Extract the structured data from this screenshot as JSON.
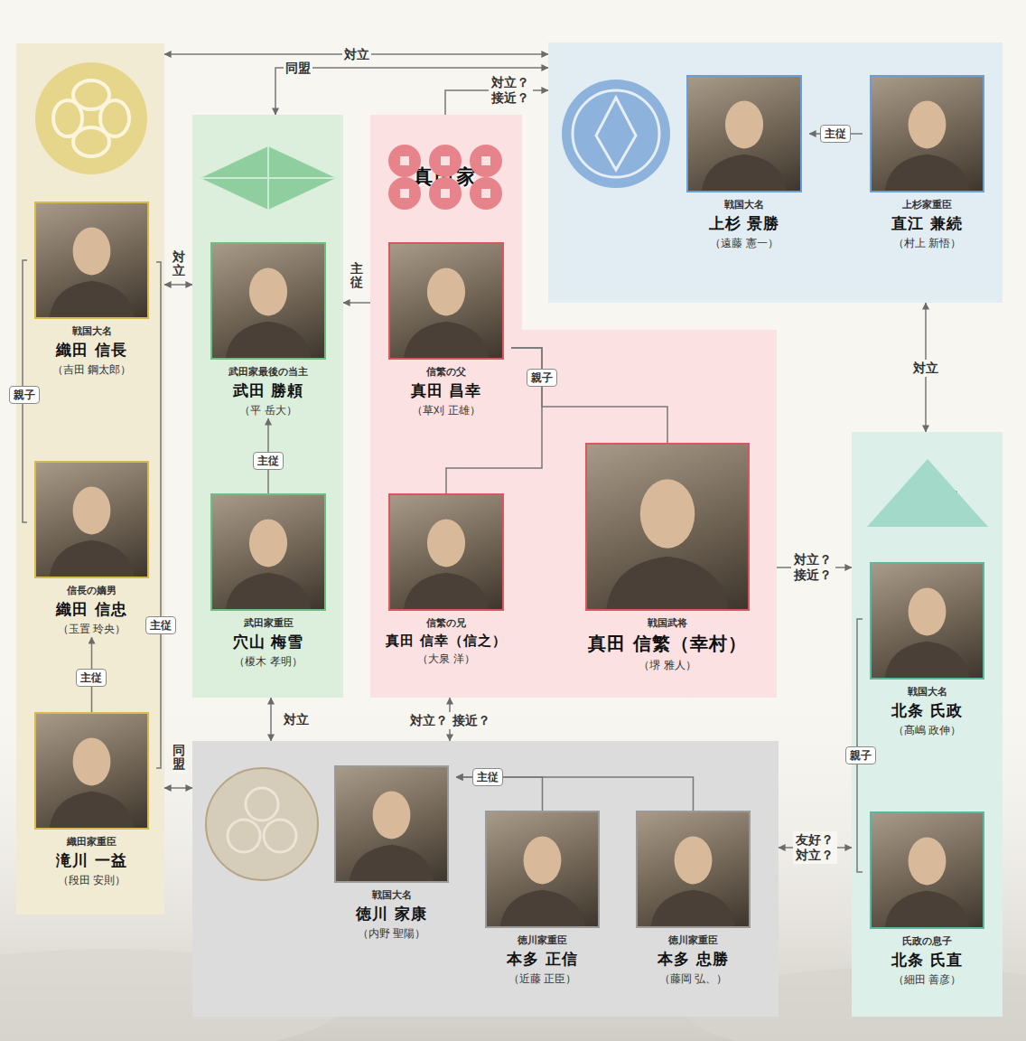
{
  "diagram": {
    "nodes": [
      {
        "text": [
          "織田家"
        ]
      },
      {
        "text": [
          "戦国大名",
          "織田 信長",
          "（吉田 鋼太郎）"
        ],
        "in": 0
      },
      {
        "text": [
          "信長の嫡男",
          "織田 信忠",
          "（玉置 玲央）"
        ],
        "in": 0
      },
      {
        "text": [
          "織田家重臣",
          "滝川 一益",
          "（段田 安則）"
        ],
        "in": 0
      },
      {
        "text": [
          "武田家"
        ]
      },
      {
        "text": [
          "武田家最後の当主",
          "武田 勝頼",
          "（平 岳大）"
        ],
        "in": 4
      },
      {
        "text": [
          "武田家重臣",
          "穴山 梅雪",
          "（榎木 孝明）"
        ],
        "in": 4
      },
      {
        "text": [
          "真田家"
        ]
      },
      {
        "text": [
          "信繁の父",
          "真田 昌幸",
          "（草刈 正雄）"
        ],
        "in": 7
      },
      {
        "text": [
          "信繁の兄",
          "真田 信幸（信之）",
          "（大泉 洋）"
        ],
        "in": 7
      },
      {
        "text": [
          "戦国武将",
          "真田 信繁（幸村）",
          "（堺 雅人）"
        ],
        "in": 7
      },
      {
        "text": [
          "上杉家"
        ]
      },
      {
        "text": [
          "戦国大名",
          "上杉 景勝",
          "（遠藤 憲一）"
        ],
        "in": 11
      },
      {
        "text": [
          "上杉家重臣",
          "直江 兼続",
          "（村上 新悟）"
        ],
        "in": 11
      },
      {
        "text": [
          "北条家"
        ]
      },
      {
        "text": [
          "戦国大名",
          "北条 氏政",
          "（髙嶋 政伸）"
        ],
        "in": 14
      },
      {
        "text": [
          "氏政の息子",
          "北条 氏直",
          "（細田 善彦）"
        ],
        "in": 14
      },
      {
        "text": [
          "徳川家"
        ]
      },
      {
        "text": [
          "戦国大名",
          "徳川 家康",
          "（内野 聖陽）"
        ],
        "in": 17
      },
      {
        "text": [
          "徳川家重臣",
          "本多 正信",
          "（近藤 正臣）"
        ],
        "in": 17
      },
      {
        "text": [
          "徳川家重臣",
          "本多 忠勝",
          "（藤岡 弘、）"
        ],
        "in": 17
      }
    ],
    "edges": [
      {
        "from": 0,
        "to": 11,
        "arrow": "both",
        "label": "対立"
      },
      {
        "from": 4,
        "to": 11,
        "arrow": "both",
        "label": "同盟"
      },
      {
        "from": 7,
        "to": 11,
        "arrow": "to",
        "label": "対立？ 接近？"
      },
      {
        "from": 0,
        "to": 4,
        "arrow": "both",
        "label": "対立"
      },
      {
        "from": 7,
        "to": 4,
        "arrow": "to",
        "label": "主従"
      },
      {
        "from": 1,
        "to": 2,
        "arrow": "none",
        "label": "親子"
      },
      {
        "from": 3,
        "to": 2,
        "arrow": "to",
        "label": "主従"
      },
      {
        "from": 3,
        "to": 1,
        "arrow": "none",
        "label": "主従"
      },
      {
        "from": 6,
        "to": 5,
        "arrow": "to",
        "label": "主従"
      },
      {
        "from": 8,
        "to": 9,
        "arrow": "none",
        "label": "親子"
      },
      {
        "from": 8,
        "to": 10,
        "arrow": "none"
      },
      {
        "from": 13,
        "to": 12,
        "arrow": "to",
        "label": "主従"
      },
      {
        "from": 11,
        "to": 14,
        "arrow": "both",
        "label": "対立"
      },
      {
        "from": 7,
        "to": 14,
        "arrow": "to",
        "label": "対立？ 接近？"
      },
      {
        "from": 4,
        "to": 17,
        "arrow": "both",
        "label": "対立"
      },
      {
        "from": 7,
        "to": 17,
        "arrow": "both",
        "label": "対立？ 接近？"
      },
      {
        "from": 0,
        "to": 17,
        "arrow": "both",
        "label": "同盟"
      },
      {
        "from": 19,
        "to": 18,
        "arrow": "to",
        "label": "主従"
      },
      {
        "from": 20,
        "to": 18,
        "arrow": "to"
      },
      {
        "from": 17,
        "to": 14,
        "arrow": "both",
        "label": "友好？ 対立？"
      },
      {
        "from": 15,
        "to": 16,
        "arrow": "none",
        "label": "親子"
      }
    ]
  }
}
